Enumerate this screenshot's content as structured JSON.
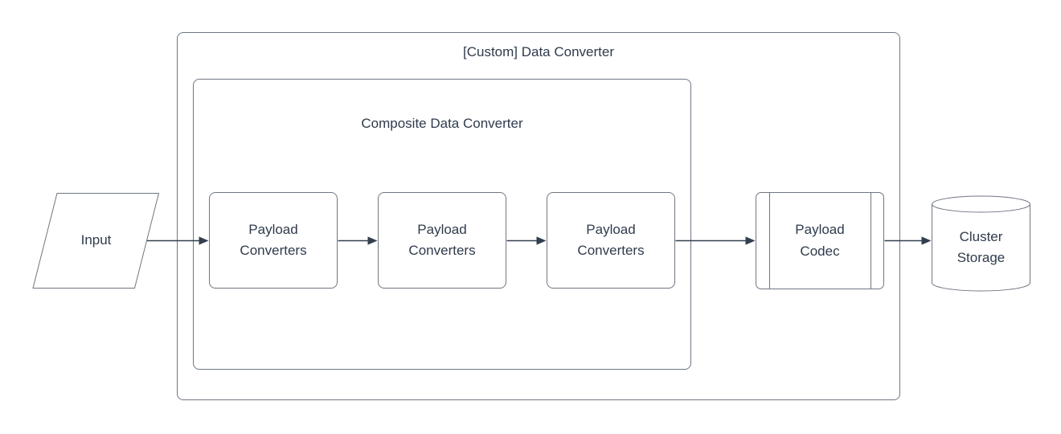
{
  "diagram": {
    "type": "flowchart",
    "background": "#ffffff",
    "colors": {
      "shape_stroke": "#6f7782",
      "arrow": "#333e4e",
      "text": "#2f3b4c",
      "shape_fill": "#ffffff"
    },
    "containers": [
      {
        "id": "custom-data-converter",
        "label": "[Custom] Data Converter"
      },
      {
        "id": "composite-data-converter",
        "label": "Composite Data Converter"
      }
    ],
    "nodes": [
      {
        "id": "input",
        "shape": "parallelogram",
        "label": "Input"
      },
      {
        "id": "payload-converters-1",
        "shape": "rounded-rect",
        "label": "Payload Converters"
      },
      {
        "id": "payload-converters-2",
        "shape": "rounded-rect",
        "label": "Payload Converters"
      },
      {
        "id": "payload-converters-3",
        "shape": "rounded-rect",
        "label": "Payload Converters"
      },
      {
        "id": "payload-codec",
        "shape": "predefined-process",
        "label": "Payload Codec"
      },
      {
        "id": "cluster-storage",
        "shape": "cylinder",
        "label": "Cluster Storage"
      }
    ],
    "edges": [
      {
        "from": "input",
        "to": "payload-converters-1"
      },
      {
        "from": "payload-converters-1",
        "to": "payload-converters-2"
      },
      {
        "from": "payload-converters-2",
        "to": "payload-converters-3"
      },
      {
        "from": "payload-converters-3",
        "to": "payload-codec"
      },
      {
        "from": "payload-codec",
        "to": "cluster-storage"
      }
    ]
  }
}
